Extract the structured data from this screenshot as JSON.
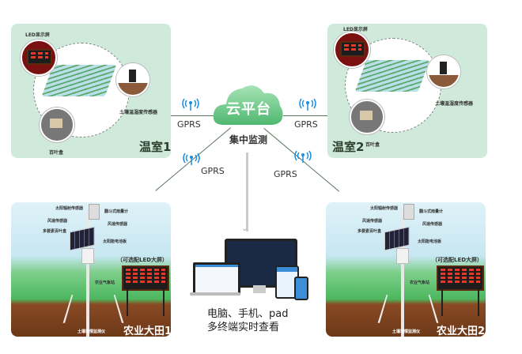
{
  "cloud": {
    "label": "云平台",
    "subtitle": "集中监测"
  },
  "links": {
    "gprs_label": "GPRS"
  },
  "greenhouse1": {
    "title": "温室1",
    "led_label": "LED显示屏",
    "soil_sensor_label": "土壤温湿度传感器",
    "louver_label": "百叶盒"
  },
  "greenhouse2": {
    "title": "温室2",
    "led_label": "LED显示屏",
    "soil_sensor_label": "土壤温湿度传感器",
    "louver_label": "百叶盒"
  },
  "field1": {
    "title": "农业大田1",
    "led_option": "（可选配LED大屏）",
    "labels": {
      "radiation": "太阳辐射传感器",
      "rain": "翻斗式雨量计",
      "wind_dir": "风速传感器",
      "wind_speed": "风速传感器",
      "louver": "多要素百叶盒",
      "solar": "太阳能电池板",
      "station": "农业气象站",
      "soil": "土壤墒情监测仪"
    }
  },
  "field2": {
    "title": "农业大田2",
    "led_option": "（可选配LED大屏）",
    "labels": {
      "radiation": "太阳辐射传感器",
      "rain": "翻斗式雨量计",
      "wind_dir": "风速传感器",
      "wind_speed": "风速传感器",
      "louver": "多要素百叶盒",
      "solar": "太阳能电池板",
      "station": "农业气象站",
      "soil": "土壤墒情监测仪"
    }
  },
  "devices": {
    "line1": "电脑、手机、pad",
    "line2": "多终端实时查看"
  },
  "colors": {
    "panel_green": "#cfeadb",
    "cloud_green": "#5cc07a",
    "signal_blue": "#1a8fe0"
  }
}
